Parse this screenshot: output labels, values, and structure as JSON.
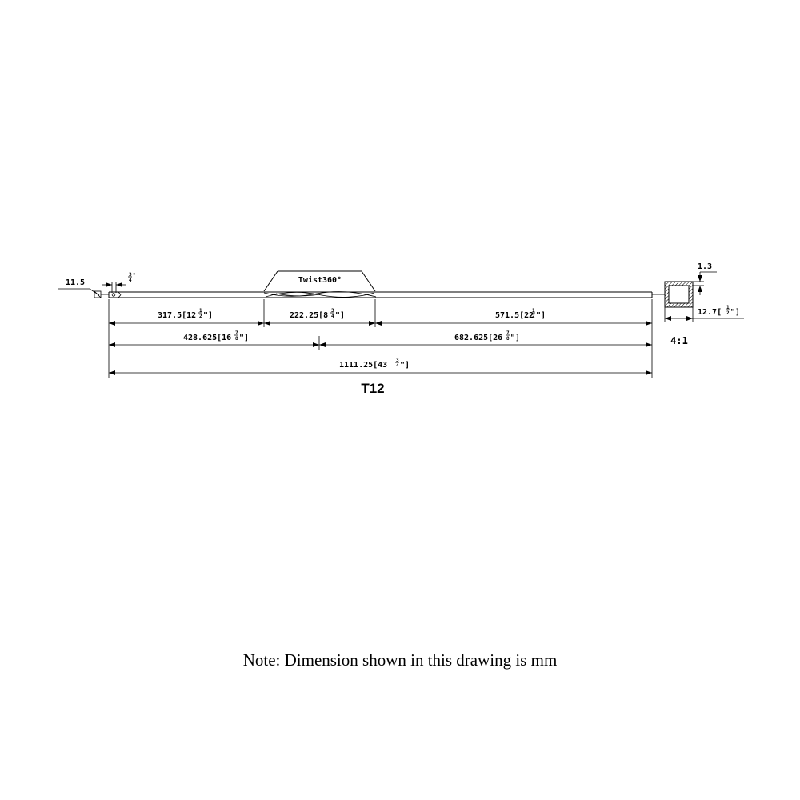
{
  "part_label": "T12",
  "scale": "4:1",
  "note": "Note: Dimension shown in this drawing is mm",
  "twist": {
    "label": "Twist360°"
  },
  "tip": {
    "dia": "11.5",
    "hole_size": "3/4\""
  },
  "section": {
    "wall": "1.3",
    "size": "12.7[1/2\"]"
  },
  "dimensions": {
    "seg1": "317.5[12 1/2\"]",
    "seg2": "222.25[8 3/4\"]",
    "seg3": "571.5[22 1/2\"]",
    "half1": "428.625[16 7/8\"]",
    "half2": "682.625[26 7/8\"]",
    "overall": "1111.25[43 3/4\"]"
  },
  "labels": {
    "seg1_main": "317.5[12",
    "seg1_num": "1",
    "seg1_den": "2",
    "seg1_end": "\"]",
    "seg2_main": "222.25[8",
    "seg2_num": "3",
    "seg2_den": "4",
    "seg2_end": "\"]",
    "seg3_main": "571.5[22",
    "seg3_num": "1",
    "seg3_den": "2",
    "seg3_end": "\"]",
    "half1_main": "428.625[16",
    "half1_num": "7",
    "half1_den": "8",
    "half1_end": "\"]",
    "half2_main": "682.625[26",
    "half2_num": "7",
    "half2_den": "8",
    "half2_end": "\"]",
    "overall_main": "1111.25[43",
    "overall_num": "3",
    "overall_den": "4",
    "overall_end": "\"]",
    "tip_frac_num": "3",
    "tip_frac_den": "4",
    "tip_frac_end": "\"",
    "section_main": "12.7[",
    "section_num": "1",
    "section_den": "2",
    "section_end": "\"]"
  }
}
